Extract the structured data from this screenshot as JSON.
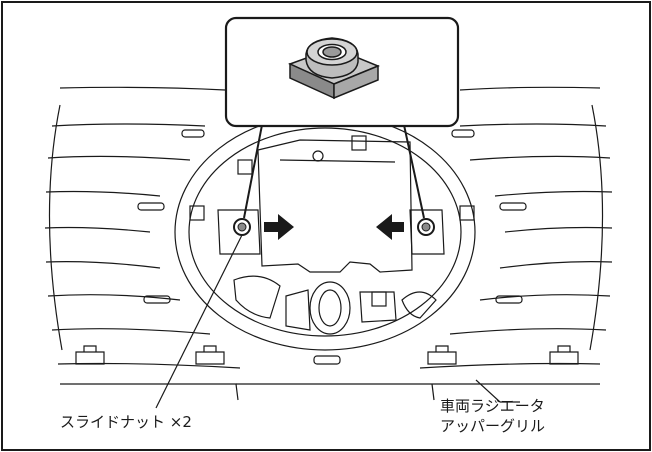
{
  "labels": {
    "slide_nut": "スライドナット ×2",
    "grille_line1": "車両ラジエータ",
    "grille_line2": "アッパーグリル"
  },
  "colors": {
    "line": "#1a1a1a",
    "gray": "#bdbdbd",
    "nut_top": "#c8c8c8",
    "nut_side": "#8a8a8a"
  }
}
